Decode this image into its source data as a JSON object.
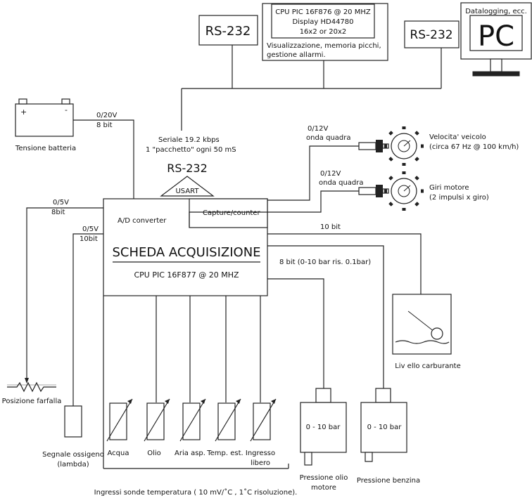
{
  "pic_display": {
    "line1": "CPU PIC 16F876 @ 20 MHZ",
    "line2": "Display HD44780",
    "line3": "16x2 or 20x2",
    "note1": "Visualizzazione, memoria picchi,",
    "note2": "gestione allarmi."
  },
  "rs232_left": "RS-232",
  "rs232_right": "RS-232",
  "pc": {
    "label": "PC",
    "caption": "Datalogging, ecc."
  },
  "battery": {
    "plus": "+",
    "minus": "-",
    "caption": "Tensione batteria",
    "range": "0/20V",
    "bits": "8 bit"
  },
  "serial": {
    "line1": "Seriale 19.2 kbps",
    "line2": "1 \"pacchetto\" ogni   50 mS",
    "rs232": "RS-232",
    "usart": "USART"
  },
  "speed": {
    "signal1": "0/12V",
    "signal2": "onda quadra",
    "label1": "Velocita' veicolo",
    "label2": "(circa 67 Hz @ 100 km/h)"
  },
  "rpm": {
    "signal1": "0/12V",
    "signal2": "onda quadra",
    "label1": "Giri motore",
    "label2": "(2 impulsi x giro)"
  },
  "main_board": {
    "adc": "A/D converter",
    "capture": "Capture/counter",
    "title": "SCHEDA ACQUISIZIONE",
    "cpu": "CPU PIC 16F877 @ 20 MHZ"
  },
  "throttle": {
    "range": "0/5V",
    "bits": "8bit",
    "caption": "Posizione farfalla"
  },
  "oxygen": {
    "range": "0/5V",
    "bits": "10bit",
    "caption1": "Segnale ossigeno",
    "caption2": "(lambda)"
  },
  "fuel_level": {
    "bits": "10 bit",
    "caption": "Liv ello carburante"
  },
  "pressure_bits": "8 bit (0-10 bar ris. 0.1bar)",
  "oil_pressure": {
    "range": "0 - 10 bar",
    "caption1": "Pressione olio",
    "caption2": "motore"
  },
  "fuel_pressure": {
    "range": "0 - 10 bar",
    "caption": "Pressione benzina"
  },
  "temp_sensors": {
    "s1": "Acqua",
    "s2": "Olio",
    "s3": "Aria asp.",
    "s4": "Temp. est.",
    "s5a": "Ingresso",
    "s5b": "libero",
    "caption": "Ingressi sonde temperatura ( 10 mV/˚C , 1˚C risoluzione)."
  }
}
